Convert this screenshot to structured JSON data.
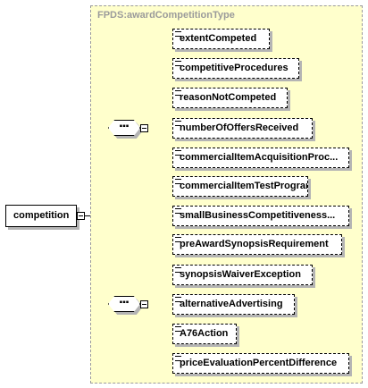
{
  "type_name": "FPDS:awardCompetitionType",
  "root_element": "competition",
  "sequence_glyph": "▪▪▪",
  "sequences": [
    {
      "elements": [
        "extentCompeted",
        "competitiveProcedures",
        "reasonNotCompeted",
        "numberOfOffersReceived",
        "commercialItemAcquisitionProc...",
        "commercialItemTestProgram",
        "smallBusinessCompetitiveness..."
      ]
    },
    {
      "elements": [
        "preAwardSynopsisRequirement",
        "synopsisWaiverException",
        "alternativeAdvertising",
        "A76Action",
        "priceEvaluationPercentDifference"
      ]
    }
  ]
}
